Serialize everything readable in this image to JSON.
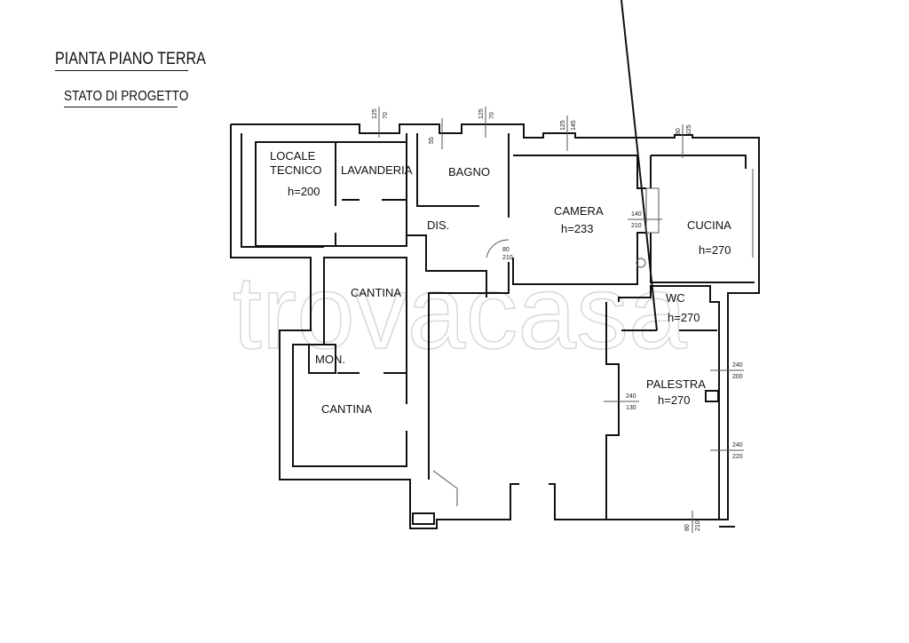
{
  "header": {
    "title": "PIANTA PIANO TERRA",
    "subtitle": "STATO DI PROGETTO"
  },
  "watermark": "trovacasa",
  "rooms": {
    "locale_tecnico_1": "LOCALE",
    "locale_tecnico_2": "TECNICO",
    "locale_tecnico_h": "h=200",
    "lavanderia": "LAVANDERIA",
    "bagno": "BAGNO",
    "dis": "DIS.",
    "camera": "CAMERA",
    "camera_h": "h=233",
    "cucina": "CUCINA",
    "cucina_h": "h=270",
    "wc": "WC",
    "wc_h": "h=270",
    "palestra": "PALESTRA",
    "palestra_h": "h=270",
    "cantina_top": "CANTINA",
    "mon": "MON.",
    "cantina_bottom": "CANTINA"
  },
  "dimensions": {
    "win_lav_a": "125",
    "win_lav_b": "70",
    "win_bagno_a": "125",
    "win_bagno_b": "70",
    "sill_bagno": "55",
    "win_camera_a": "125",
    "win_camera_b": "145",
    "win_cucina_a": "80",
    "win_cucina_b": "225",
    "opening_camera_a": "140",
    "opening_camera_b": "210",
    "door_dis_a": "80",
    "door_dis_b": "210",
    "win_palestra_left_a": "240",
    "win_palestra_left_b": "130",
    "win_palestra_r1_a": "240",
    "win_palestra_r1_b": "200",
    "win_palestra_r2_a": "240",
    "win_palestra_r2_b": "220",
    "door_palestra_a": "80",
    "door_palestra_b": "210"
  }
}
